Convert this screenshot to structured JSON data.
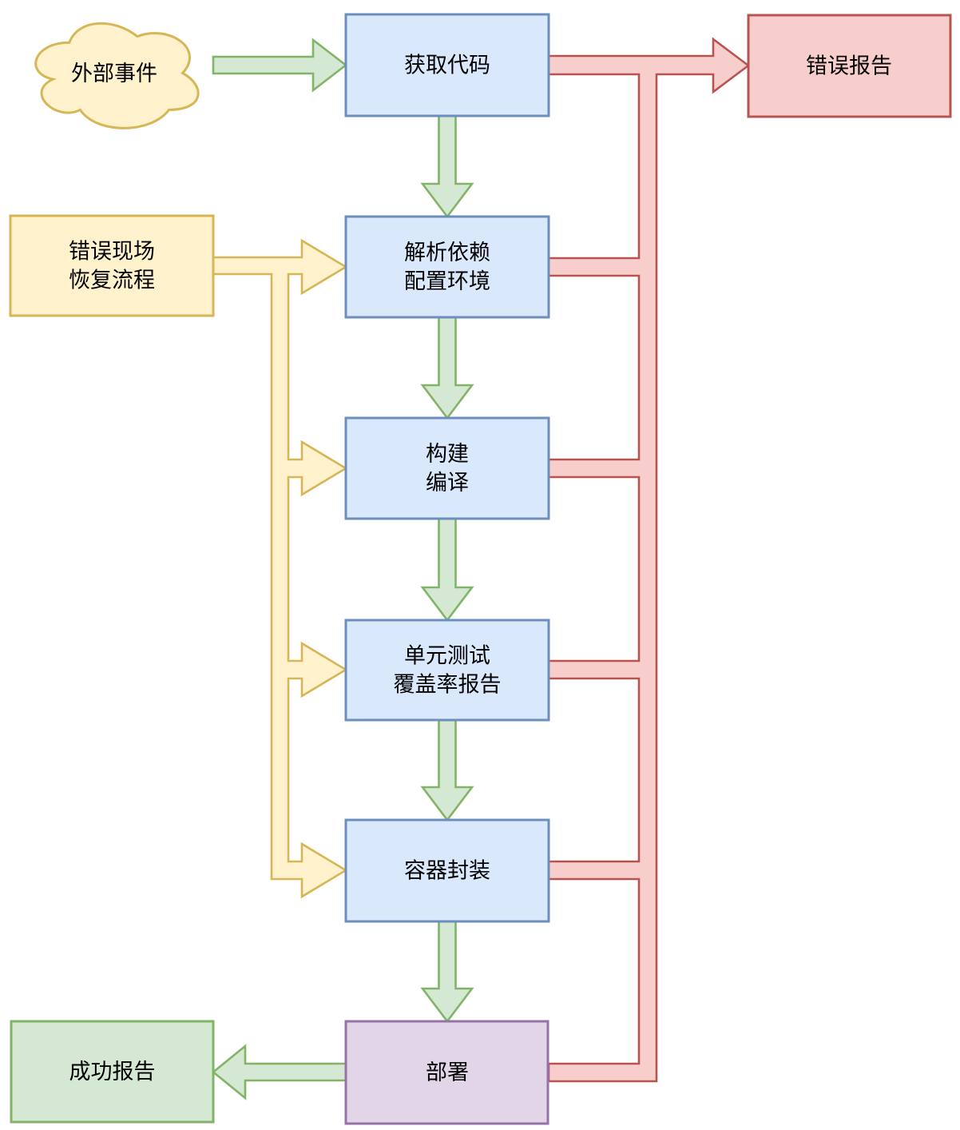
{
  "diagram": {
    "nodes": {
      "external_event": {
        "label": "外部事件",
        "shape": "cloud"
      },
      "get_code": {
        "label": "获取代码"
      },
      "error_report": {
        "label": "错误报告"
      },
      "error_recovery": {
        "line1": "错误现场",
        "line2": "恢复流程"
      },
      "parse_deps": {
        "line1": "解析依赖",
        "line2": "配置环境"
      },
      "build": {
        "line1": "构建",
        "line2": "编译"
      },
      "unit_test": {
        "line1": "单元测试",
        "line2": "覆盖率报告"
      },
      "container_pack": {
        "label": "容器封装"
      },
      "deploy": {
        "label": "部署"
      },
      "success_report": {
        "label": "成功报告"
      }
    },
    "colors": {
      "blue_fill": "#dae8fc",
      "blue_stroke": "#6c8ebf",
      "yellow_fill": "#fff2cc",
      "yellow_stroke": "#d6b656",
      "red_fill": "#f8cecc",
      "red_stroke": "#b85450",
      "green_fill": "#d5e8d4",
      "green_stroke": "#82b366",
      "purple_fill": "#e1d5e7",
      "purple_stroke": "#9673a6",
      "text": "#000000",
      "background": "#ffffff"
    }
  }
}
